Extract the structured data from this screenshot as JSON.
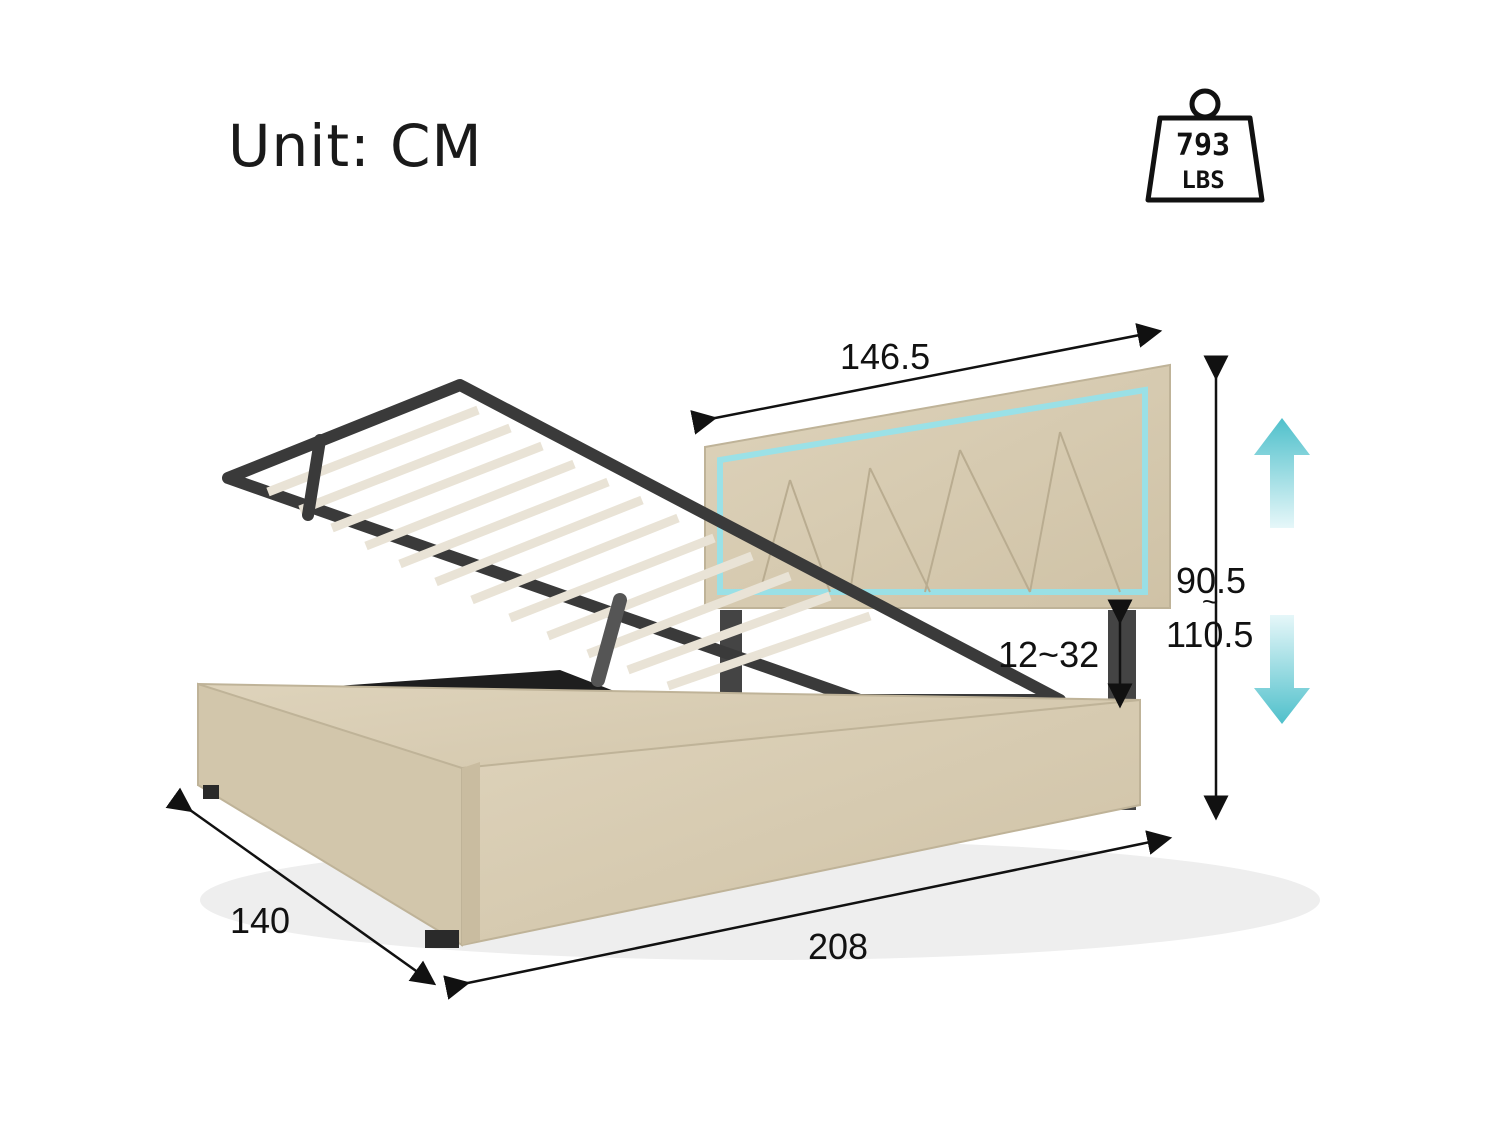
{
  "unit_label": "Unit: CM",
  "weight": {
    "value": "793",
    "unit": "LBS"
  },
  "dimensions": {
    "headboard_width": "146.5",
    "total_height_top": "90.5",
    "total_height_sep": "~",
    "total_height_bottom": "110.5",
    "leg_clearance": "12~32",
    "width": "140",
    "length": "208"
  },
  "colors": {
    "upholstery": "#d8ccb2",
    "frame": "#3a3a3a",
    "led": "#8fe4f0",
    "arrow": "#5bc6d0"
  }
}
